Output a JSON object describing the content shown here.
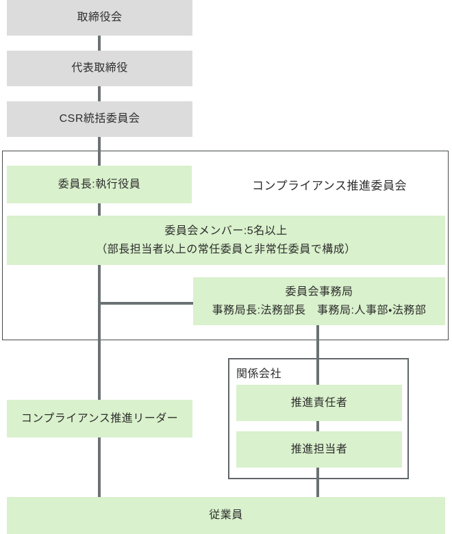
{
  "colors": {
    "box_gray": "#dcdcdc",
    "box_green": "#d9f1cc",
    "line": "#6a7172",
    "outer_border": "#454849",
    "related_border": "#5f6567",
    "text": "#2d2d2d"
  },
  "nodes": {
    "board": "取締役会",
    "representative_director": "代表取締役",
    "csr_committee": "CSR統括委員会",
    "committee_title": "コンプライアンス推進委員会",
    "chair": "委員長:執行役員",
    "members_line1": "委員会メンバー:5名以上",
    "members_line2": "（部長担当者以上の常任委員と非常任委員で構成）",
    "secretariat_title": "委員会事務局",
    "secretariat_detail": "事務局長:法務部長　事務局:人事部・法務部",
    "leader": "コンプライアンス推進リーダー",
    "related_label": "関係会社",
    "promotion_manager": "推進責任者",
    "promotion_staff": "推進担当者",
    "employees": "従業員"
  }
}
